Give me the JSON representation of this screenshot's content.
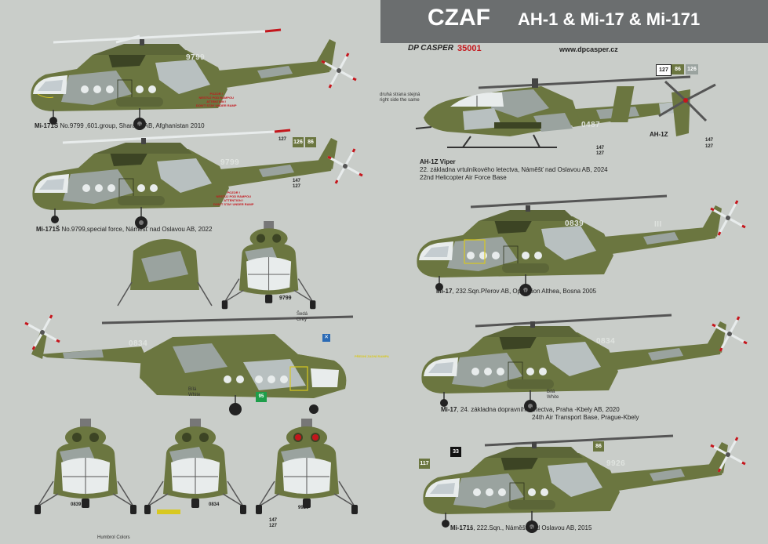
{
  "header": {
    "title": "CZAF",
    "models": "AH-1 & Mi-17 & Mi-171",
    "brand": "DP CASPER",
    "code": "35001",
    "website": "www.dpcasper.cz"
  },
  "colors": {
    "olive": "#6b7640",
    "grey": "#9aa39f",
    "lightgrey": "#b8c0c0",
    "dark": "#3c4424",
    "red": "#c4161c",
    "yellow": "#d8c820",
    "titlebar": "#6b6e6f",
    "background": "#c9cdc9"
  },
  "captions": {
    "c1_model": "Mi-171Š",
    "c1_text": " No.9799 ,601.group, Sharana AB, Afghanistan 2010",
    "c2_model": "Mi-171Š",
    "c2_text": " No.9799,special force, Náměšť nad Oslavou AB, 2022",
    "c3_title": "AH-1Z Viper",
    "c3_line1": "22. základna vrtulníkového letectva, Náměšť nad Oslavou AB, 2024",
    "c3_line2": "22nd Helicopter Air Force Base",
    "c4_model": "Mi-17",
    "c4_text": ", 232.Sqn.Přerov AB, Operation Althea, Bosna 2005",
    "c5_model": "Mi-17",
    "c5_line1": ", 24. základna dopravního letectva, Praha -Kbely AB, 2020",
    "c5_line2": "24th Air Transport Base, Prague-Kbely",
    "c6_model": "Mi-171š",
    "c6_text": ", 222.Sqn., Náměšť nad Oslavou AB, 2015",
    "humbrol": "Humbrol Colors"
  },
  "notes": {
    "right_side_1": "druhá strana stejná",
    "right_side_2": "right side the same",
    "seda": "Šedá",
    "grey": "Grey",
    "bila1": "Bílá",
    "white1": "White",
    "bila2": "Bílá",
    "white2": "White"
  },
  "warnings": {
    "w1a": "POZOR !",
    "w1b": "NESTÚJ POD RAMPOU",
    "w1c": "ATTENTION !",
    "w1d": "DON'T STAY UNDER RAMP",
    "w2a": "POZOR !",
    "w2b": "NESTÚJ POD RAMPOU",
    "w2c": "ATTENTION !",
    "w2d": "DON'T STAY UNDER RAMP",
    "ramp": "PŘEDNÍ ZADNÍ RAMPA"
  },
  "markings": {
    "serial_9799a": "9799",
    "serial_9799b": "9799",
    "serial_9799c": "9799",
    "serial_0487": "0487",
    "ah1z": "AH-1Z",
    "serial_0839a": "0839",
    "serial_0839b": "0839",
    "serial_0834a": "0834",
    "serial_0834b": "0834",
    "serial_0834c": "0834",
    "serial_9926a": "9926",
    "serial_9926b": "9926",
    "roman": "III"
  },
  "badges": {
    "b127": "127",
    "b86": "86",
    "b126": "126",
    "b127b": "127",
    "b126b": "126",
    "b86b": "86",
    "b33": "33",
    "b86c": "86",
    "b117": "117",
    "b95": "95"
  },
  "small": {
    "s1": "147",
    "s2": "127",
    "s3": "147",
    "s4": "127",
    "s5": "147",
    "s6": "127",
    "s7": "147",
    "s8": "127"
  }
}
